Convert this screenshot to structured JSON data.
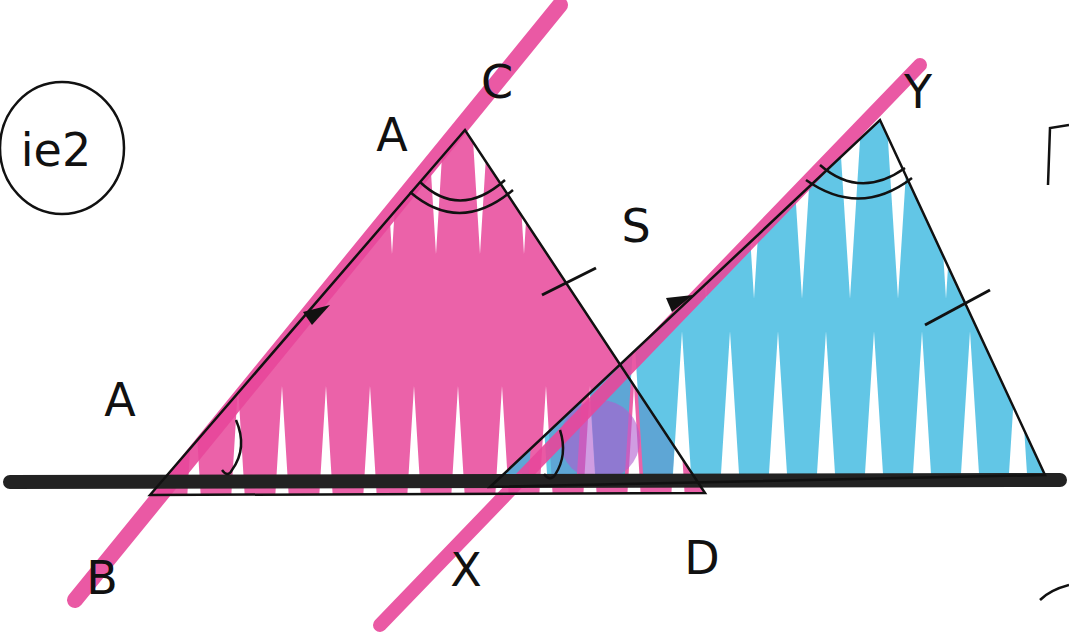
{
  "diagram": {
    "labels": [
      "ie2",
      "A",
      "C",
      "Y",
      "S",
      "A",
      "B",
      "D",
      "X"
    ]
  }
}
